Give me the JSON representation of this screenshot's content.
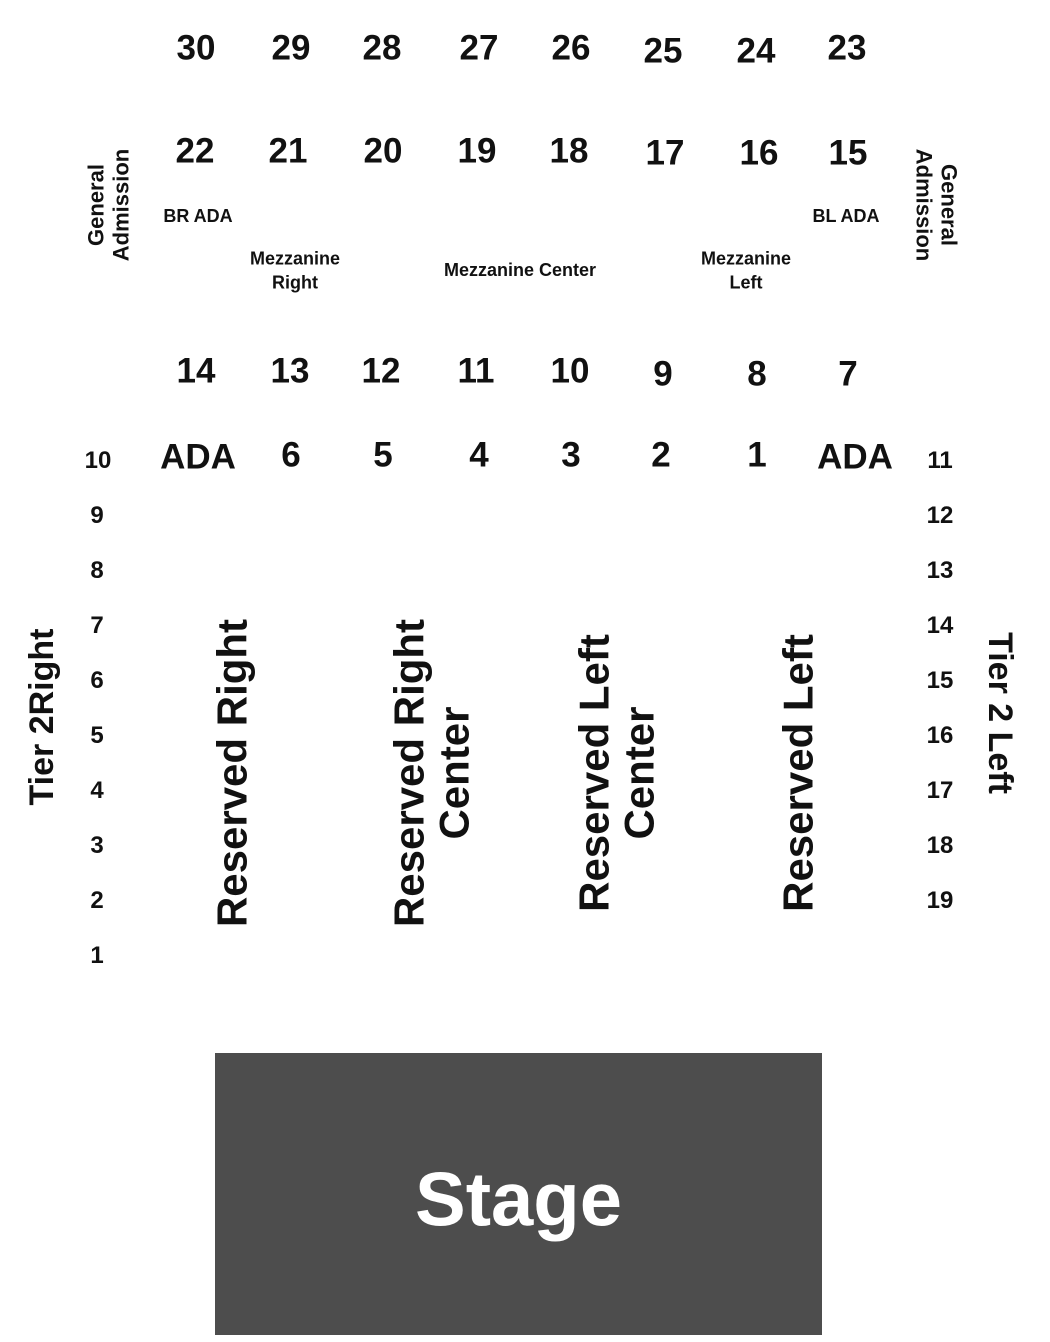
{
  "map_title": "",
  "mezz_top_rows": [
    "30",
    "29",
    "28",
    "27",
    "26",
    "25",
    "24",
    "23"
  ],
  "mezz_mid_rows": [
    "22",
    "21",
    "20",
    "19",
    "18",
    "17",
    "16",
    "15"
  ],
  "mezz_low_rows": [
    "14",
    "13",
    "12",
    "11",
    "10",
    "9",
    "8",
    "7"
  ],
  "front_row": {
    "left_ada": "ADA",
    "seats": [
      "6",
      "5",
      "4",
      "3",
      "2",
      "1"
    ],
    "right_ada": "ADA"
  },
  "mezzanine": {
    "br_ada": "BR ADA",
    "bl_ada": "BL ADA",
    "right": "Mezzanine\nRight",
    "center": "Mezzanine Center",
    "left": "Mezzanine\nLeft"
  },
  "general_admission_left": "General\nAdmission",
  "general_admission_right": "General\nAdmission",
  "tier_right": {
    "label": "Tier 2Right",
    "rows": [
      "10",
      "9",
      "8",
      "7",
      "6",
      "5",
      "4",
      "3",
      "2",
      "1"
    ]
  },
  "tier_left": {
    "label": "Tier 2 Left",
    "rows": [
      "11",
      "12",
      "13",
      "14",
      "15",
      "16",
      "17",
      "18",
      "19"
    ]
  },
  "sections": {
    "reserved_right": "Reserved Right",
    "reserved_right_center": "Reserved Right\nCenter",
    "reserved_left_center": "Reserved Left\nCenter",
    "reserved_left": "Reserved Left"
  },
  "stage": "Stage",
  "colors": {
    "stage_fill": "#4d4d4d",
    "stage_text": "#ffffff",
    "text": "#111111",
    "background": "#ffffff"
  }
}
